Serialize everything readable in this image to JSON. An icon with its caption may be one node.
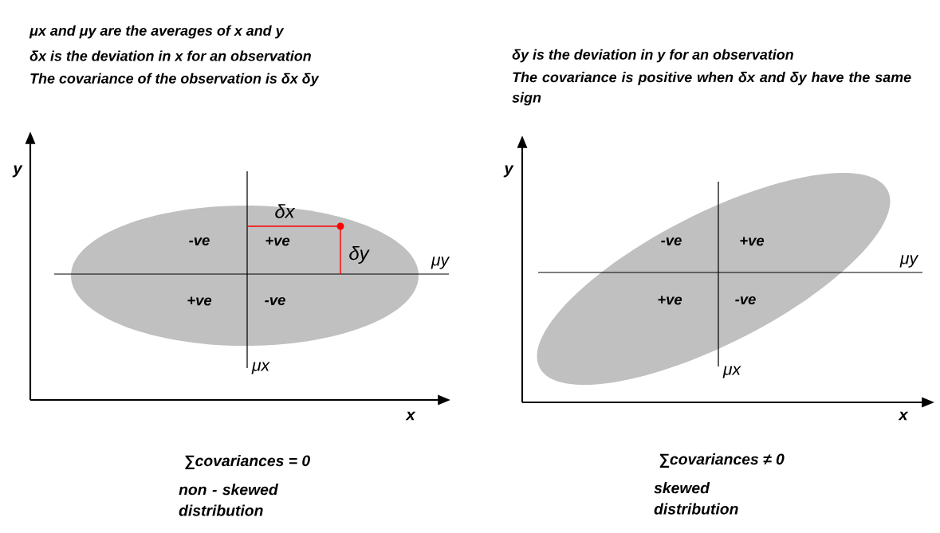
{
  "diagram": {
    "nodes": [
      {
        "text": [
          "-ve",
          "+ve",
          "+ve",
          "-ve"
        ]
      },
      {
        "text": [
          "-ve",
          "+ve",
          "+ve",
          "-ve"
        ]
      }
    ],
    "labels": [
      "μx and μy are the averages of x and y",
      "δx is the deviation in x for an observation",
      "δy is the deviation in y for an observation",
      "The covariance of the observation is δx δy",
      "The covariance is positive when δx and δy have the same sign",
      "y",
      "δx",
      "δy",
      "μy",
      "μx",
      "x",
      "y",
      "μy",
      "μx",
      "x",
      "∑covariances = 0",
      "∑covariances ≠ 0",
      "non - skewed distribution",
      "skewed distribution"
    ]
  }
}
